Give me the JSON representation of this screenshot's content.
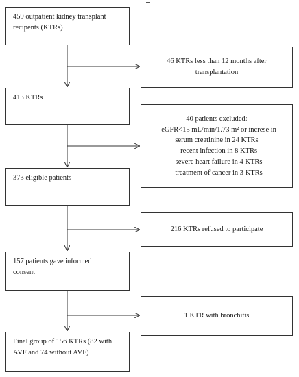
{
  "main_boxes": [
    {
      "lines": [
        "459 outpatient kidney transplant",
        "recipents (KTRs)"
      ]
    },
    {
      "lines": [
        "413 KTRs"
      ]
    },
    {
      "lines": [
        "373 eligible patients"
      ]
    },
    {
      "lines": [
        "157 patients gave informed",
        "consent"
      ]
    },
    {
      "lines": [
        "Final group of 156 KTRs (82 with",
        "AVF and 74 without AVF)"
      ]
    }
  ],
  "exclusion_boxes": [
    {
      "lines": [
        "46 KTRs less than 12 months after",
        "transplantation"
      ]
    },
    {
      "lines": [
        "40 patients excluded:",
        "- eGFR<15 mL/min/1.73 m² or increse in",
        "serum creatinine in 24 KTRs",
        "- recent infection in 8 KTRs",
        "- severe heart failure in 4 KTRs",
        "- treatment of cancer in 3 KTRs"
      ]
    },
    {
      "lines": [
        "216 KTRs refused to participate"
      ]
    },
    {
      "lines": [
        "1 KTR with bronchitis"
      ]
    }
  ]
}
